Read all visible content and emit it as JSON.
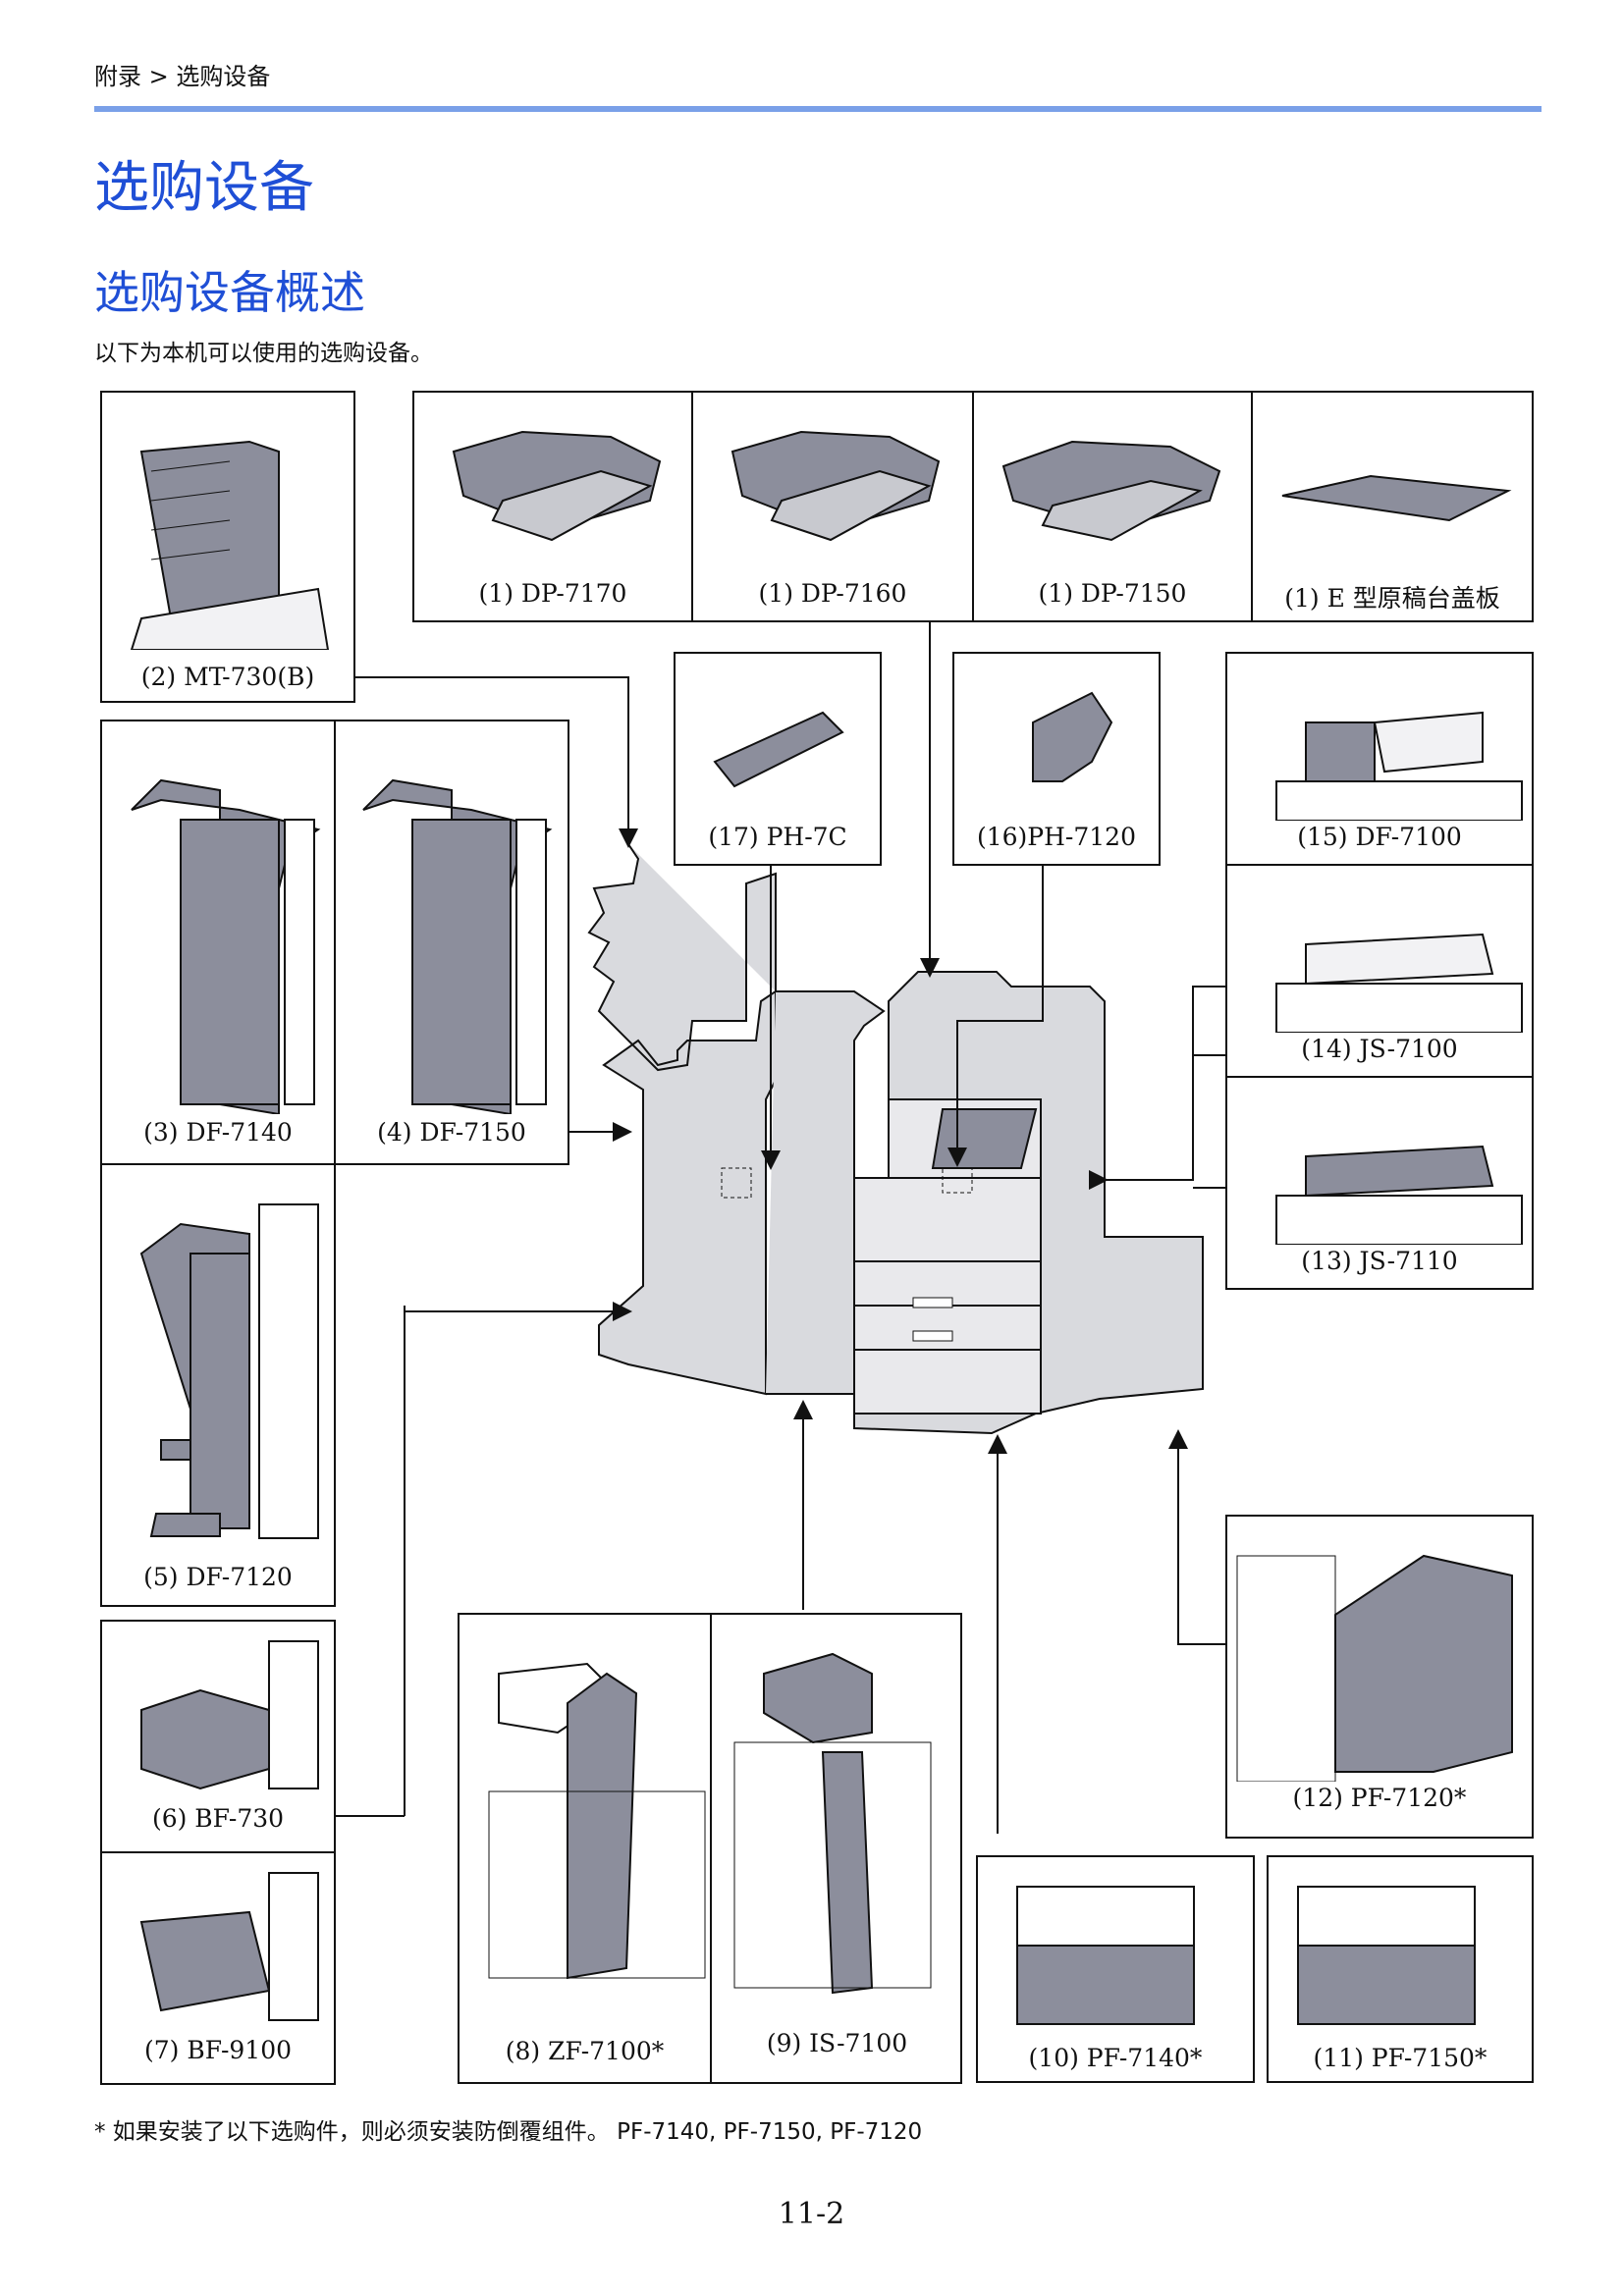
{
  "breadcrumb": "附录 > 选购设备",
  "title": "选购设备",
  "subtitle": "选购设备概述",
  "intro": "以下为本机可以使用的选购设备。",
  "options": {
    "dp7170": "(1) DP-7170",
    "dp7160": "(1) DP-7160",
    "dp7150": "(1) DP-7150",
    "cover": "(1) E 型原稿台盖板",
    "mt730": "(2) MT-730(B)",
    "df7140": "(3) DF-7140",
    "df7150": "(4) DF-7150",
    "df7120": "(5) DF-7120",
    "bf730": "(6) BF-730",
    "bf9100": "(7) BF-9100",
    "zf7100": "(8) ZF-7100*",
    "is7100": "(9) IS-7100",
    "pf7140": "(10) PF-7140*",
    "pf7150": "(11) PF-7150*",
    "pf7120": "(12) PF-7120*",
    "js7110": "(13) JS-7110",
    "js7100": "(14) JS-7100",
    "df7100": "(15) DF-7100",
    "ph7120": "(16)PH-7120",
    "ph7c": "(17) PH-7C"
  },
  "footnote": "* 如果安装了以下选购件，则必须安装防倒覆组件。 PF-7140, PF-7150, PF-7120",
  "page_number": "11-2",
  "colors": {
    "heading": "#1f4fd6",
    "rule": "#7aa0e8",
    "device_fill": "#8c8e9c",
    "base_fill": "#d9dade"
  }
}
